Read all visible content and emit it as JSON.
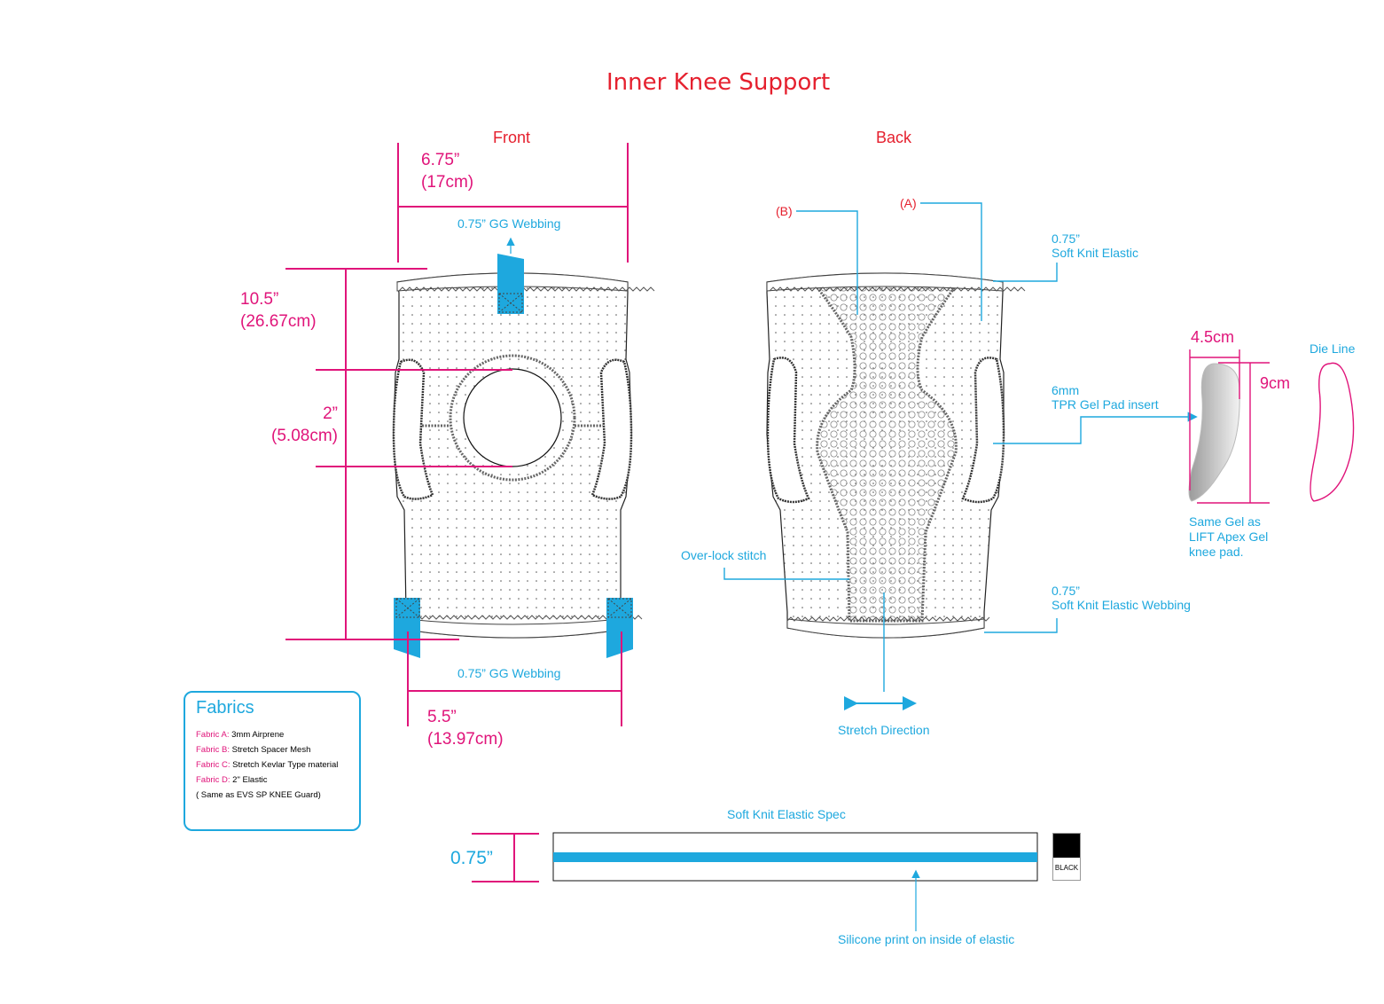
{
  "title": "Inner Knee Support",
  "views": {
    "front": "Front",
    "back": "Back"
  },
  "colors": {
    "title_red": "#e5202e",
    "dimension_magenta": "#e0147a",
    "annotation_blue": "#1ea8de",
    "webbing_blue": "#1ea8de",
    "swatch": "#000000"
  },
  "front": {
    "top_width": {
      "in": "6.75”",
      "cm": "(17cm)"
    },
    "height": {
      "in": "10.5”",
      "cm": "(26.67cm)"
    },
    "opening": {
      "in": "2”",
      "cm": "(5.08cm)"
    },
    "bottom_width": {
      "in": "5.5”",
      "cm": "(13.97cm)"
    },
    "top_webbing_label": "0.75” GG Webbing",
    "bottom_webbing_label": "0.75” GG Webbing"
  },
  "back": {
    "ref_b": "(B)",
    "ref_a": "(A)",
    "top_elastic": {
      "line1": "0.75”",
      "line2": "Soft Knit Elastic"
    },
    "gel_pad": {
      "line1": "6mm",
      "line2": "TPR Gel Pad insert"
    },
    "overlock": "Over-lock stitch",
    "bottom_elastic": {
      "line1": "0.75”",
      "line2": "Soft Knit Elastic Webbing"
    },
    "stretch": "Stretch Direction"
  },
  "gel": {
    "width": "4.5cm",
    "height": "9cm",
    "die_line": "Die Line",
    "note": [
      "Same Gel as",
      "LIFT Apex Gel",
      "knee pad."
    ]
  },
  "fabrics": {
    "title": "Fabrics",
    "items": [
      {
        "key": "Fabric A:",
        "value": " 3mm Airprene"
      },
      {
        "key": "Fabric B:",
        "value": " Stretch Spacer Mesh"
      },
      {
        "key": "Fabric C:",
        "value": " Stretch Kevlar Type material"
      },
      {
        "key": "Fabric D:",
        "value": " 2\" Elastic"
      }
    ],
    "footnote": "( Same as EVS SP KNEE Guard)"
  },
  "elastic_spec": {
    "title": "Soft Knit Elastic Spec",
    "width": "0.75”",
    "silicone_note": "Silicone print on inside of elastic",
    "swatch_label": "BLACK"
  }
}
